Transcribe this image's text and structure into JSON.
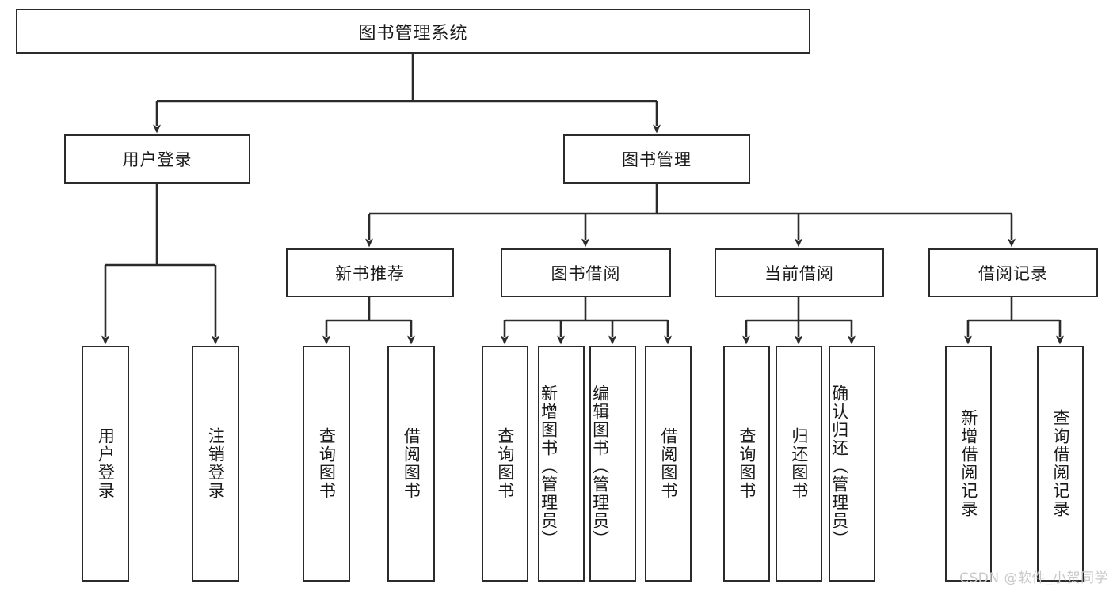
{
  "diagram": {
    "type": "tree-hierarchy",
    "title": "图书管理系统",
    "root": {
      "label": "图书管理系统"
    },
    "level1": [
      {
        "label": "用户登录"
      },
      {
        "label": "图书管理"
      }
    ],
    "level2": [
      {
        "label": "新书推荐"
      },
      {
        "label": "图书借阅"
      },
      {
        "label": "当前借阅"
      },
      {
        "label": "借阅记录"
      }
    ],
    "leaves": {
      "user_login": [
        {
          "label": "用户登录"
        },
        {
          "label": "注销登录"
        }
      ],
      "new_book_recommend": [
        {
          "label": "查询图书"
        },
        {
          "label": "借阅图书"
        }
      ],
      "book_borrow": [
        {
          "label": "查询图书"
        },
        {
          "label": "新增图书（管理员）"
        },
        {
          "label": "编辑图书（管理员）"
        },
        {
          "label": "借阅图书"
        }
      ],
      "current_borrow": [
        {
          "label": "查询图书"
        },
        {
          "label": "归还图书"
        },
        {
          "label": "确认归还（管理员）"
        }
      ],
      "borrow_records": [
        {
          "label": "新增借阅记录"
        },
        {
          "label": "查询借阅记录"
        }
      ]
    }
  },
  "watermark": {
    "text": "CSDN @软件_小贺同学"
  },
  "colors": {
    "border": "#2b2b2b",
    "background": "#ffffff",
    "text": "#1a1a1a",
    "watermark": "#c9c9c9"
  }
}
